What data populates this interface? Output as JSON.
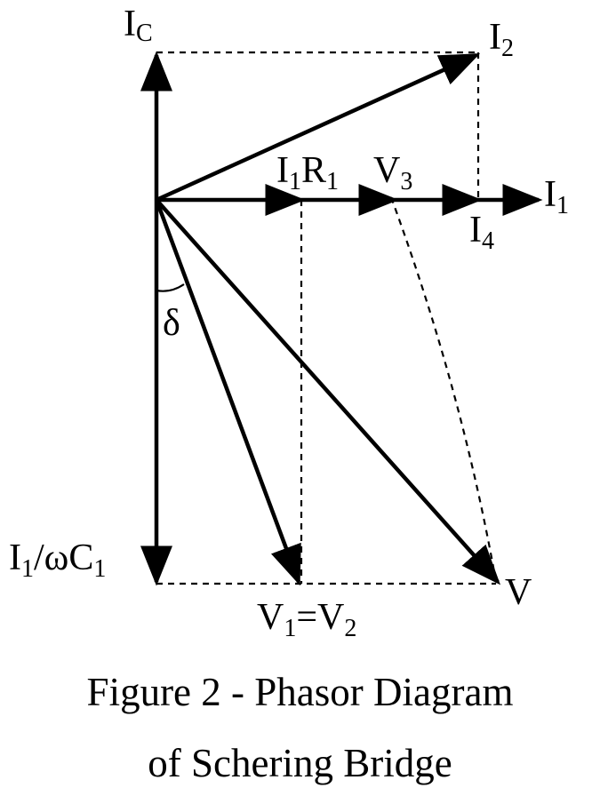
{
  "diagram": {
    "labels": {
      "ic": {
        "main": "I",
        "sub": "C"
      },
      "i2": {
        "main": "I",
        "sub": "2"
      },
      "i1r1": {
        "main1": "I",
        "sub1": "1",
        "main2": "R",
        "sub2": "1"
      },
      "v3": {
        "main": "V",
        "sub": "3"
      },
      "i1": {
        "main": "I",
        "sub": "1"
      },
      "i4": {
        "main": "I",
        "sub": "4"
      },
      "delta": "δ",
      "i1wc1": {
        "main1": "I",
        "sub1": "1",
        "main2": "/ωC",
        "sub2": "1"
      },
      "v": "V",
      "v1v2": {
        "main1": "V",
        "sub1": "1",
        "main2": "=V",
        "sub2": "2"
      }
    }
  },
  "caption": {
    "line1": "Figure 2 - Phasor Diagram",
    "line2": "of Schering Bridge"
  },
  "colors": {
    "line": "#000000",
    "background": "#ffffff"
  }
}
